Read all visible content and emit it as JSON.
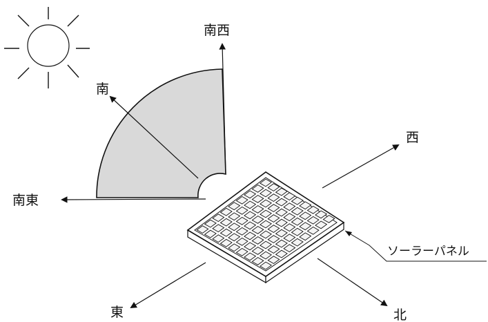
{
  "directions": {
    "south": "南",
    "southwest": "南西",
    "southeast": "南東",
    "west": "西",
    "east": "東",
    "north": "北"
  },
  "panel_label": "ソーラーパネル",
  "colors": {
    "line": "#111111",
    "sector_fill": "#d9d9d9",
    "panel_cell": "#f4f4f4"
  },
  "icons": {
    "sun": "sun-icon",
    "panel": "solar-panel-icon"
  },
  "panel_grid": {
    "rows": 9,
    "cols": 9
  }
}
